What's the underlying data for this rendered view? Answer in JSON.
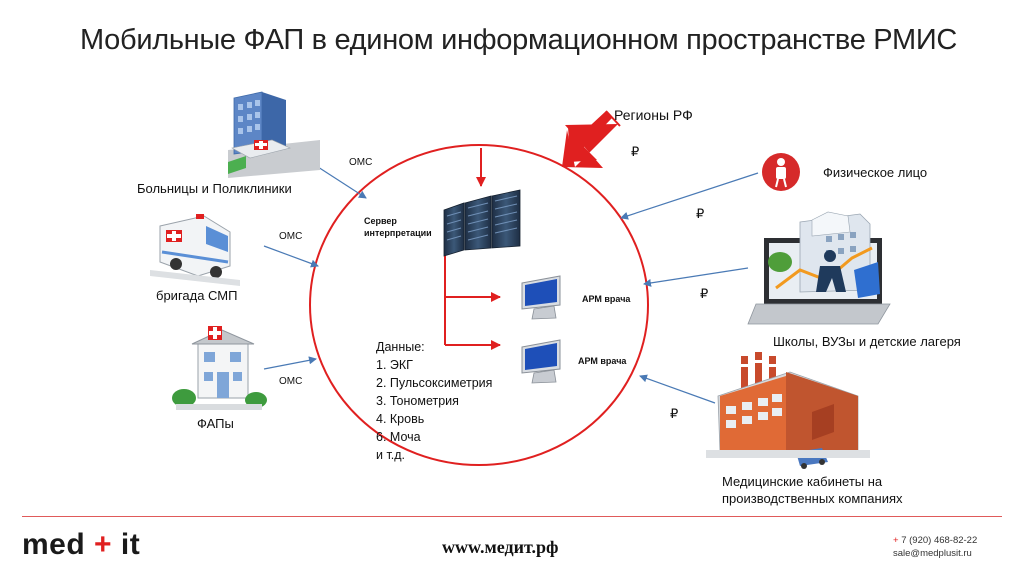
{
  "title": "Мобильные ФАП в едином информационном пространстве РМИС",
  "regions_label": "Регионы РФ",
  "left_nodes": [
    {
      "label": "Больницы и Поликлиники",
      "link_label": "ОМС"
    },
    {
      "label": "бригада СМП",
      "link_label": "ОМС"
    },
    {
      "label": "ФАПы",
      "link_label": "ОМС"
    }
  ],
  "right_nodes": [
    {
      "label": "Физическое лицо",
      "link_label": "₽"
    },
    {
      "label": "Школы, ВУЗы и детские лагеря",
      "link_label": "₽"
    },
    {
      "label": "Медицинские кабинеты на производственных компаниях",
      "label_line1": "Медицинские кабинеты на",
      "label_line2": "производственных компаниях",
      "link_label": "₽"
    }
  ],
  "regions_link_label": "₽",
  "server_label_line1": "Сервер",
  "server_label_line2": "интерпретации",
  "arm_labels": [
    "АРМ врача",
    "АРМ врача"
  ],
  "data_header": "Данные:",
  "data_items": [
    "1. ЭКГ",
    "2. Пульсоксиметрия",
    "3. Тонометрия",
    "4. Кровь",
    "6. Моча",
    "и т.д."
  ],
  "footer": {
    "logo_left": "med",
    "logo_plus": "+",
    "logo_right": "it",
    "website": "www.медит.рф",
    "phone_plus": "+",
    "phone": "7 (920) 468-82-22",
    "email": "sale@medplusit.ru"
  },
  "colors": {
    "accent_red": "#e02020",
    "arrow_blue": "#4a7ab5",
    "server_blue": "#2a3f5c"
  }
}
